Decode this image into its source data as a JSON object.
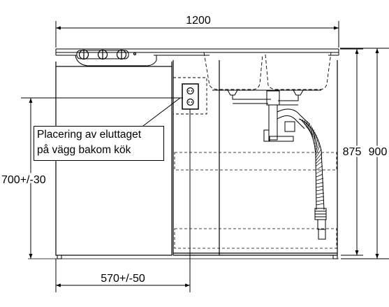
{
  "dimensions": {
    "width_total": "1200",
    "height_total": "900",
    "height_cabinet": "875",
    "outlet_height": "700+/-30",
    "outlet_offset": "570+/-50"
  },
  "note": {
    "line1": "Placering av eluttaget",
    "line2": "på vägg bakom kök"
  }
}
